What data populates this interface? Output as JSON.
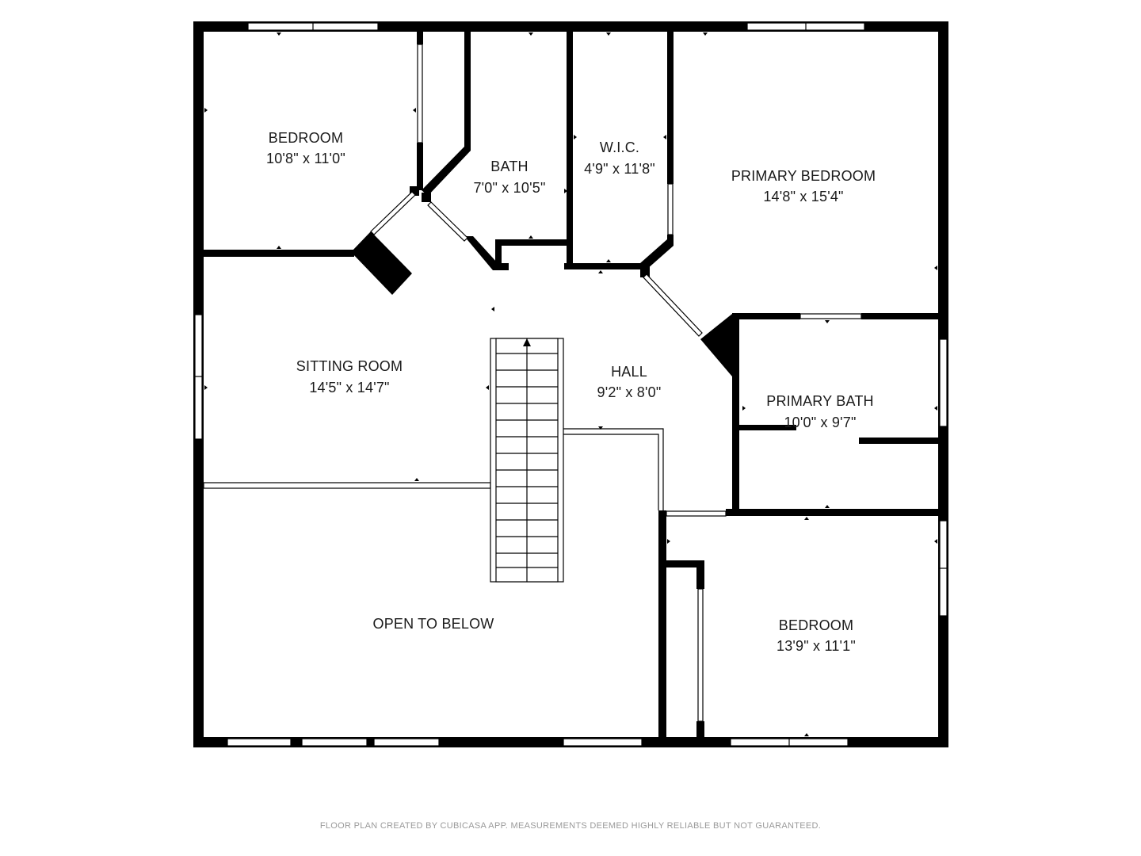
{
  "rooms": [
    {
      "id": "bedroom-nw",
      "name": "BEDROOM",
      "size": "10'8\" x 11'0\""
    },
    {
      "id": "bath",
      "name": "BATH",
      "size": "7'0\" x 10'5\""
    },
    {
      "id": "wic",
      "name": "W.I.C.",
      "size": "4'9\" x 11'8\""
    },
    {
      "id": "primary-bedroom",
      "name": "PRIMARY BEDROOM",
      "size": "14'8\" x 15'4\""
    },
    {
      "id": "sitting-room",
      "name": "SITTING ROOM",
      "size": "14'5\" x 14'7\""
    },
    {
      "id": "hall",
      "name": "HALL",
      "size": "9'2\" x 8'0\""
    },
    {
      "id": "primary-bath",
      "name": "PRIMARY BATH",
      "size": "10'0\" x 9'7\""
    },
    {
      "id": "open-to-below",
      "name": "OPEN TO BELOW",
      "size": ""
    },
    {
      "id": "bedroom-se",
      "name": "BEDROOM",
      "size": "13'9\" x 11'1\""
    }
  ],
  "footer": "FLOOR PLAN CREATED BY CUBICASA APP. MEASUREMENTS DEEMED HIGHLY RELIABLE BUT NOT GUARANTEED.",
  "colors": {
    "wall": "#000000",
    "background": "#ffffff",
    "footer_text": "#9a9a9a"
  }
}
